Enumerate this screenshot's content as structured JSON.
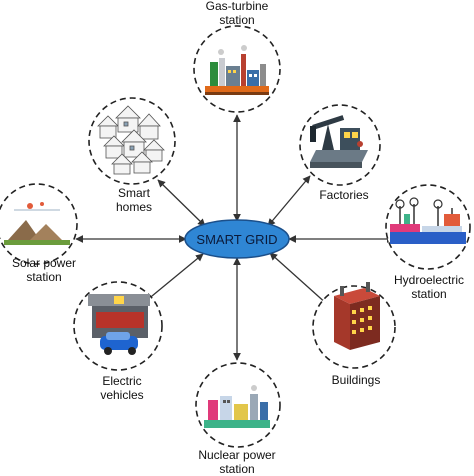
{
  "center": {
    "label": "SMART GRID",
    "fill": "#2f86d4",
    "stroke": "#1b4f8a"
  },
  "nodes": [
    {
      "id": "gas-turbine",
      "label_lines": [
        "Gas-turbine",
        "station"
      ],
      "icon": "gas-turbine-station-icon"
    },
    {
      "id": "smart-homes",
      "label_lines": [
        "Smart",
        "homes"
      ],
      "icon": "smart-homes-icon"
    },
    {
      "id": "factories",
      "label_lines": [
        "Factories"
      ],
      "icon": "factory-icon"
    },
    {
      "id": "solar",
      "label_lines": [
        "Solar power",
        "station"
      ],
      "icon": "solar-power-station-icon"
    },
    {
      "id": "hydro",
      "label_lines": [
        "Hydroelectric",
        "station"
      ],
      "icon": "hydroelectric-station-icon"
    },
    {
      "id": "ev",
      "label_lines": [
        "Electric",
        "vehicles"
      ],
      "icon": "electric-vehicle-icon"
    },
    {
      "id": "buildings",
      "label_lines": [
        "Buildings"
      ],
      "icon": "buildings-icon"
    },
    {
      "id": "nuclear",
      "label_lines": [
        "Nuclear power",
        "station"
      ],
      "icon": "nuclear-power-station-icon"
    }
  ],
  "colors": {
    "arrow": "#333333",
    "circle_border": "#222222"
  }
}
